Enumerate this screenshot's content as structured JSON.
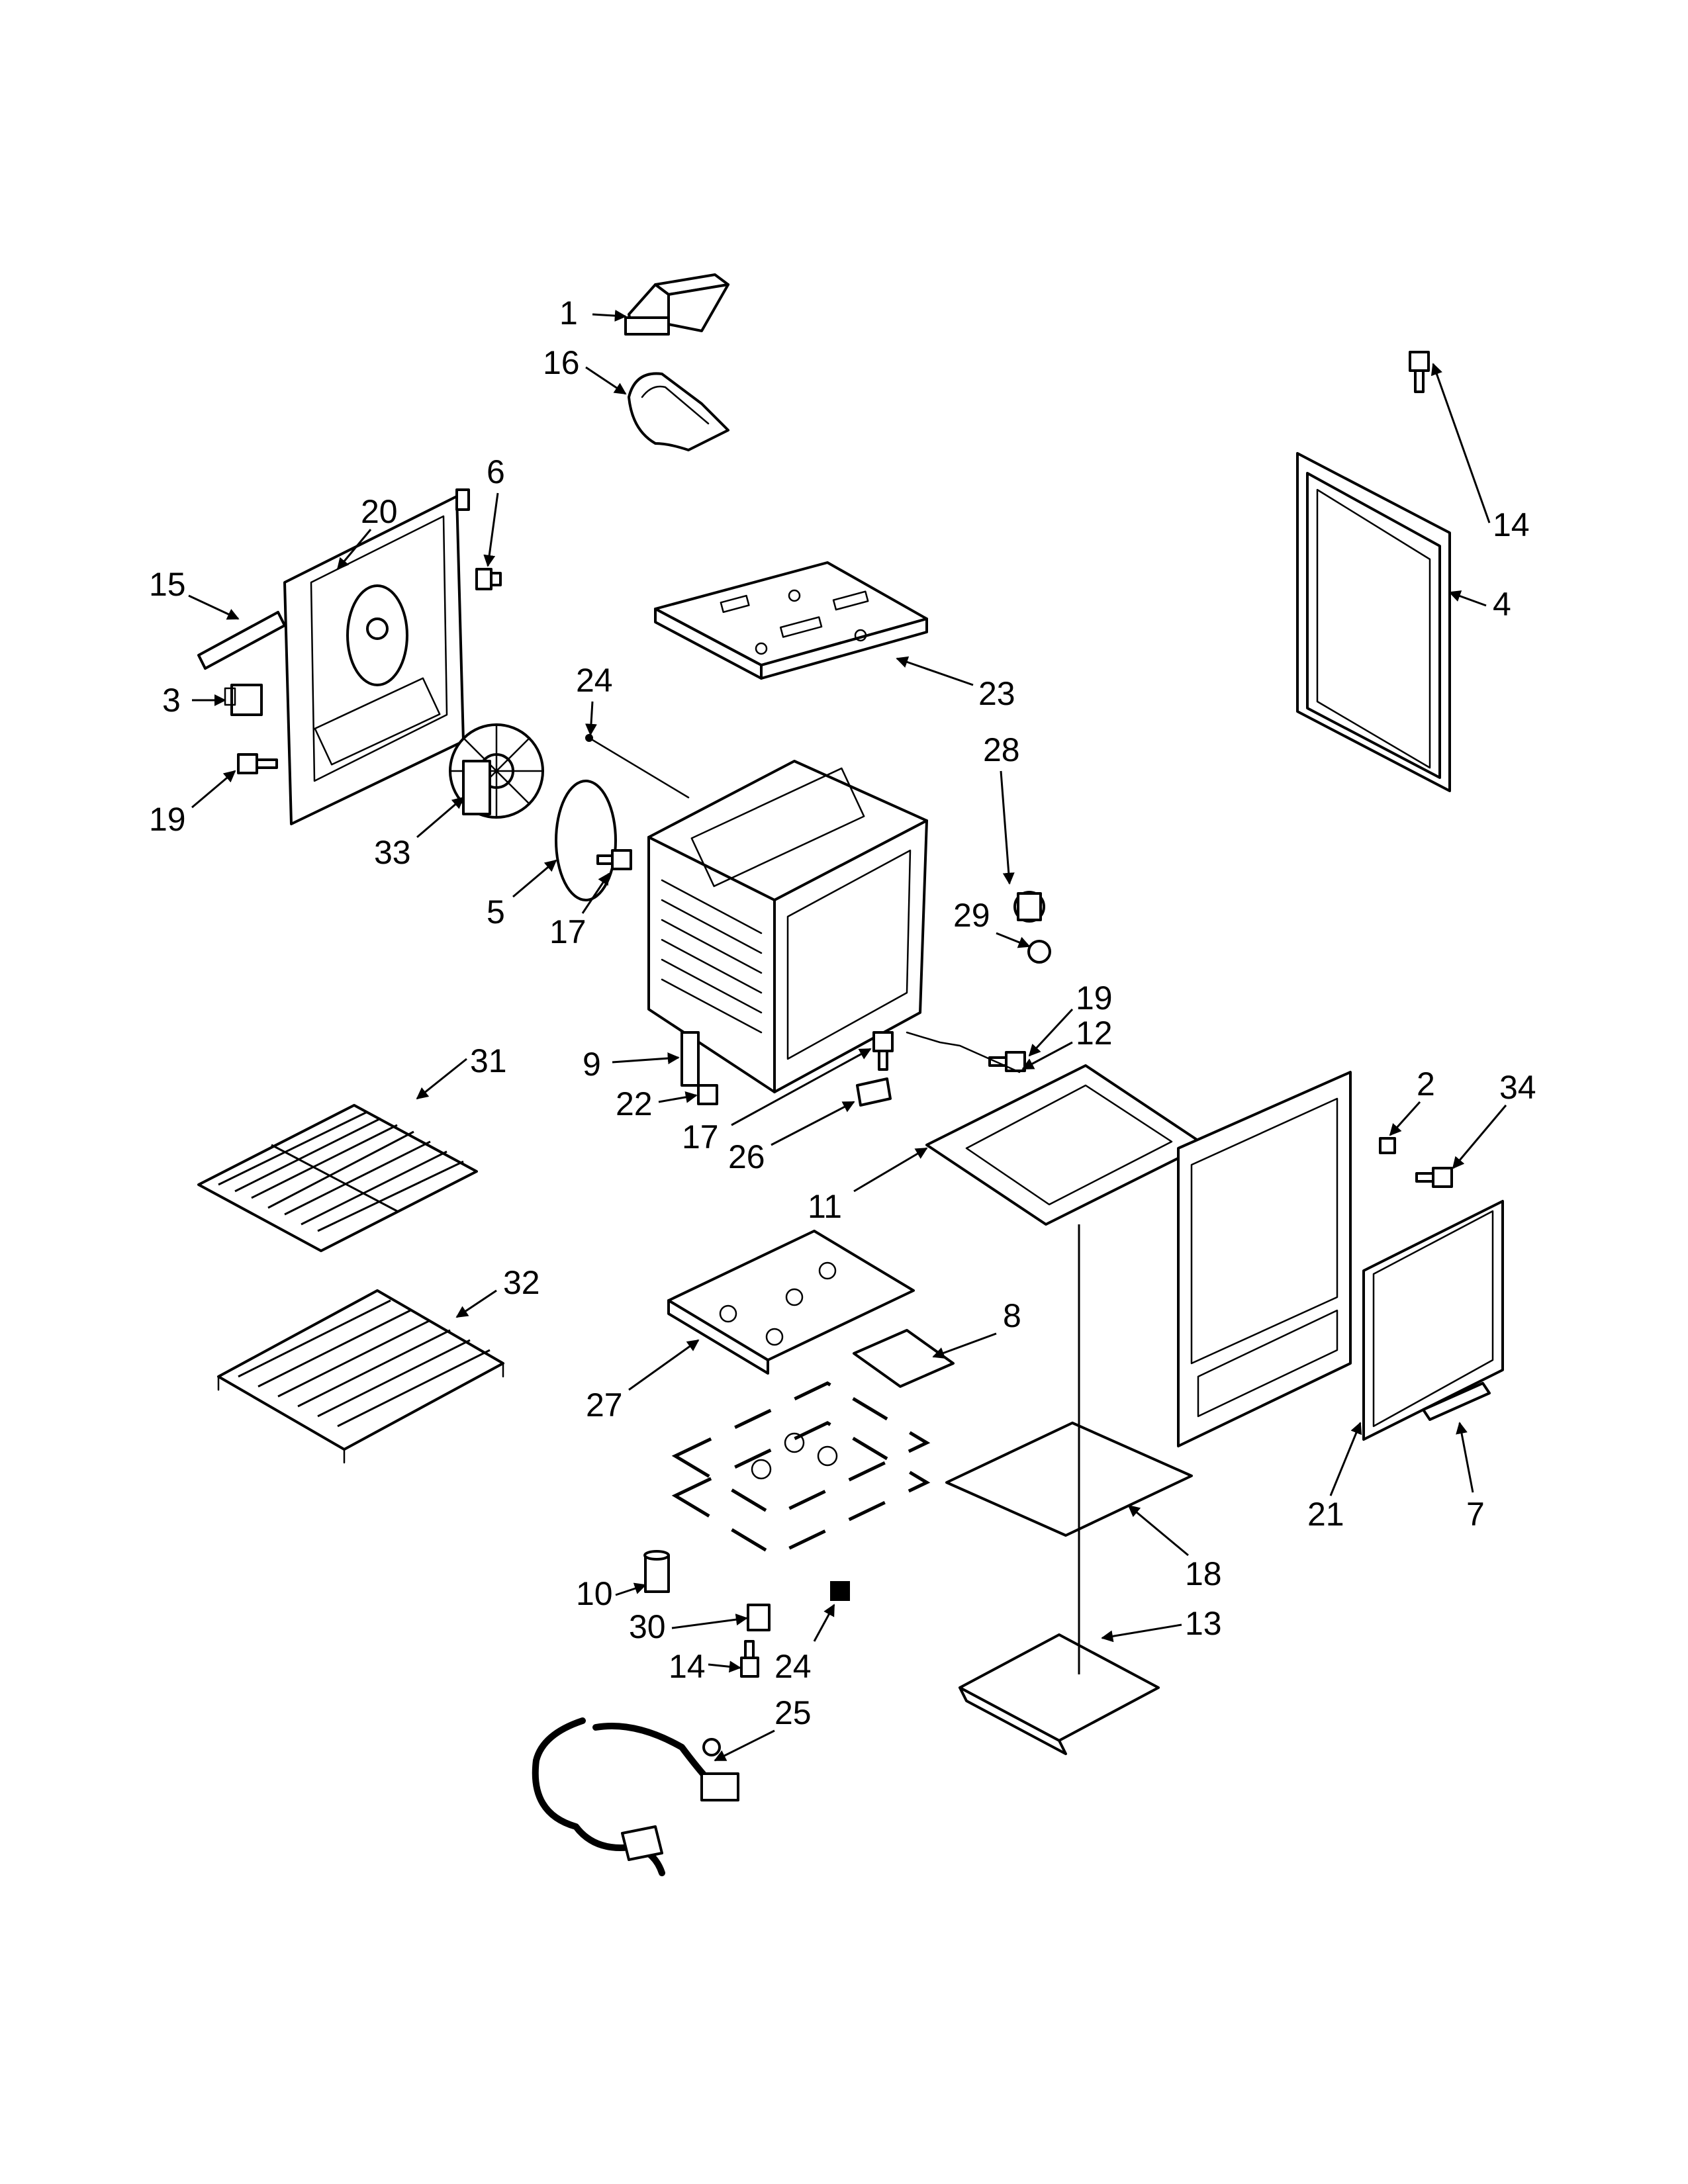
{
  "diagram": {
    "callouts": [
      {
        "id": "c1",
        "text": "1"
      },
      {
        "id": "c16",
        "text": "16"
      },
      {
        "id": "c6",
        "text": "6"
      },
      {
        "id": "c20",
        "text": "20"
      },
      {
        "id": "c15",
        "text": "15"
      },
      {
        "id": "c3",
        "text": "3"
      },
      {
        "id": "c19a",
        "text": "19"
      },
      {
        "id": "c33",
        "text": "33"
      },
      {
        "id": "c24a",
        "text": "24"
      },
      {
        "id": "c23",
        "text": "23"
      },
      {
        "id": "c28",
        "text": "28"
      },
      {
        "id": "c5",
        "text": "5"
      },
      {
        "id": "c17a",
        "text": "17"
      },
      {
        "id": "c29",
        "text": "29"
      },
      {
        "id": "c19b",
        "text": "19"
      },
      {
        "id": "c12",
        "text": "12"
      },
      {
        "id": "c9",
        "text": "9"
      },
      {
        "id": "c22",
        "text": "22"
      },
      {
        "id": "c17b",
        "text": "17"
      },
      {
        "id": "c26",
        "text": "26"
      },
      {
        "id": "c11",
        "text": "11"
      },
      {
        "id": "c31",
        "text": "31"
      },
      {
        "id": "c14a",
        "text": "14"
      },
      {
        "id": "c4",
        "text": "4"
      },
      {
        "id": "c2",
        "text": "2"
      },
      {
        "id": "c34",
        "text": "34"
      },
      {
        "id": "c32",
        "text": "32"
      },
      {
        "id": "c8",
        "text": "8"
      },
      {
        "id": "c27",
        "text": "27"
      },
      {
        "id": "c21",
        "text": "21"
      },
      {
        "id": "c7",
        "text": "7"
      },
      {
        "id": "c18",
        "text": "18"
      },
      {
        "id": "c13",
        "text": "13"
      },
      {
        "id": "c10",
        "text": "10"
      },
      {
        "id": "c30",
        "text": "30"
      },
      {
        "id": "c14b",
        "text": "14"
      },
      {
        "id": "c24b",
        "text": "24"
      },
      {
        "id": "c25",
        "text": "25"
      }
    ]
  }
}
